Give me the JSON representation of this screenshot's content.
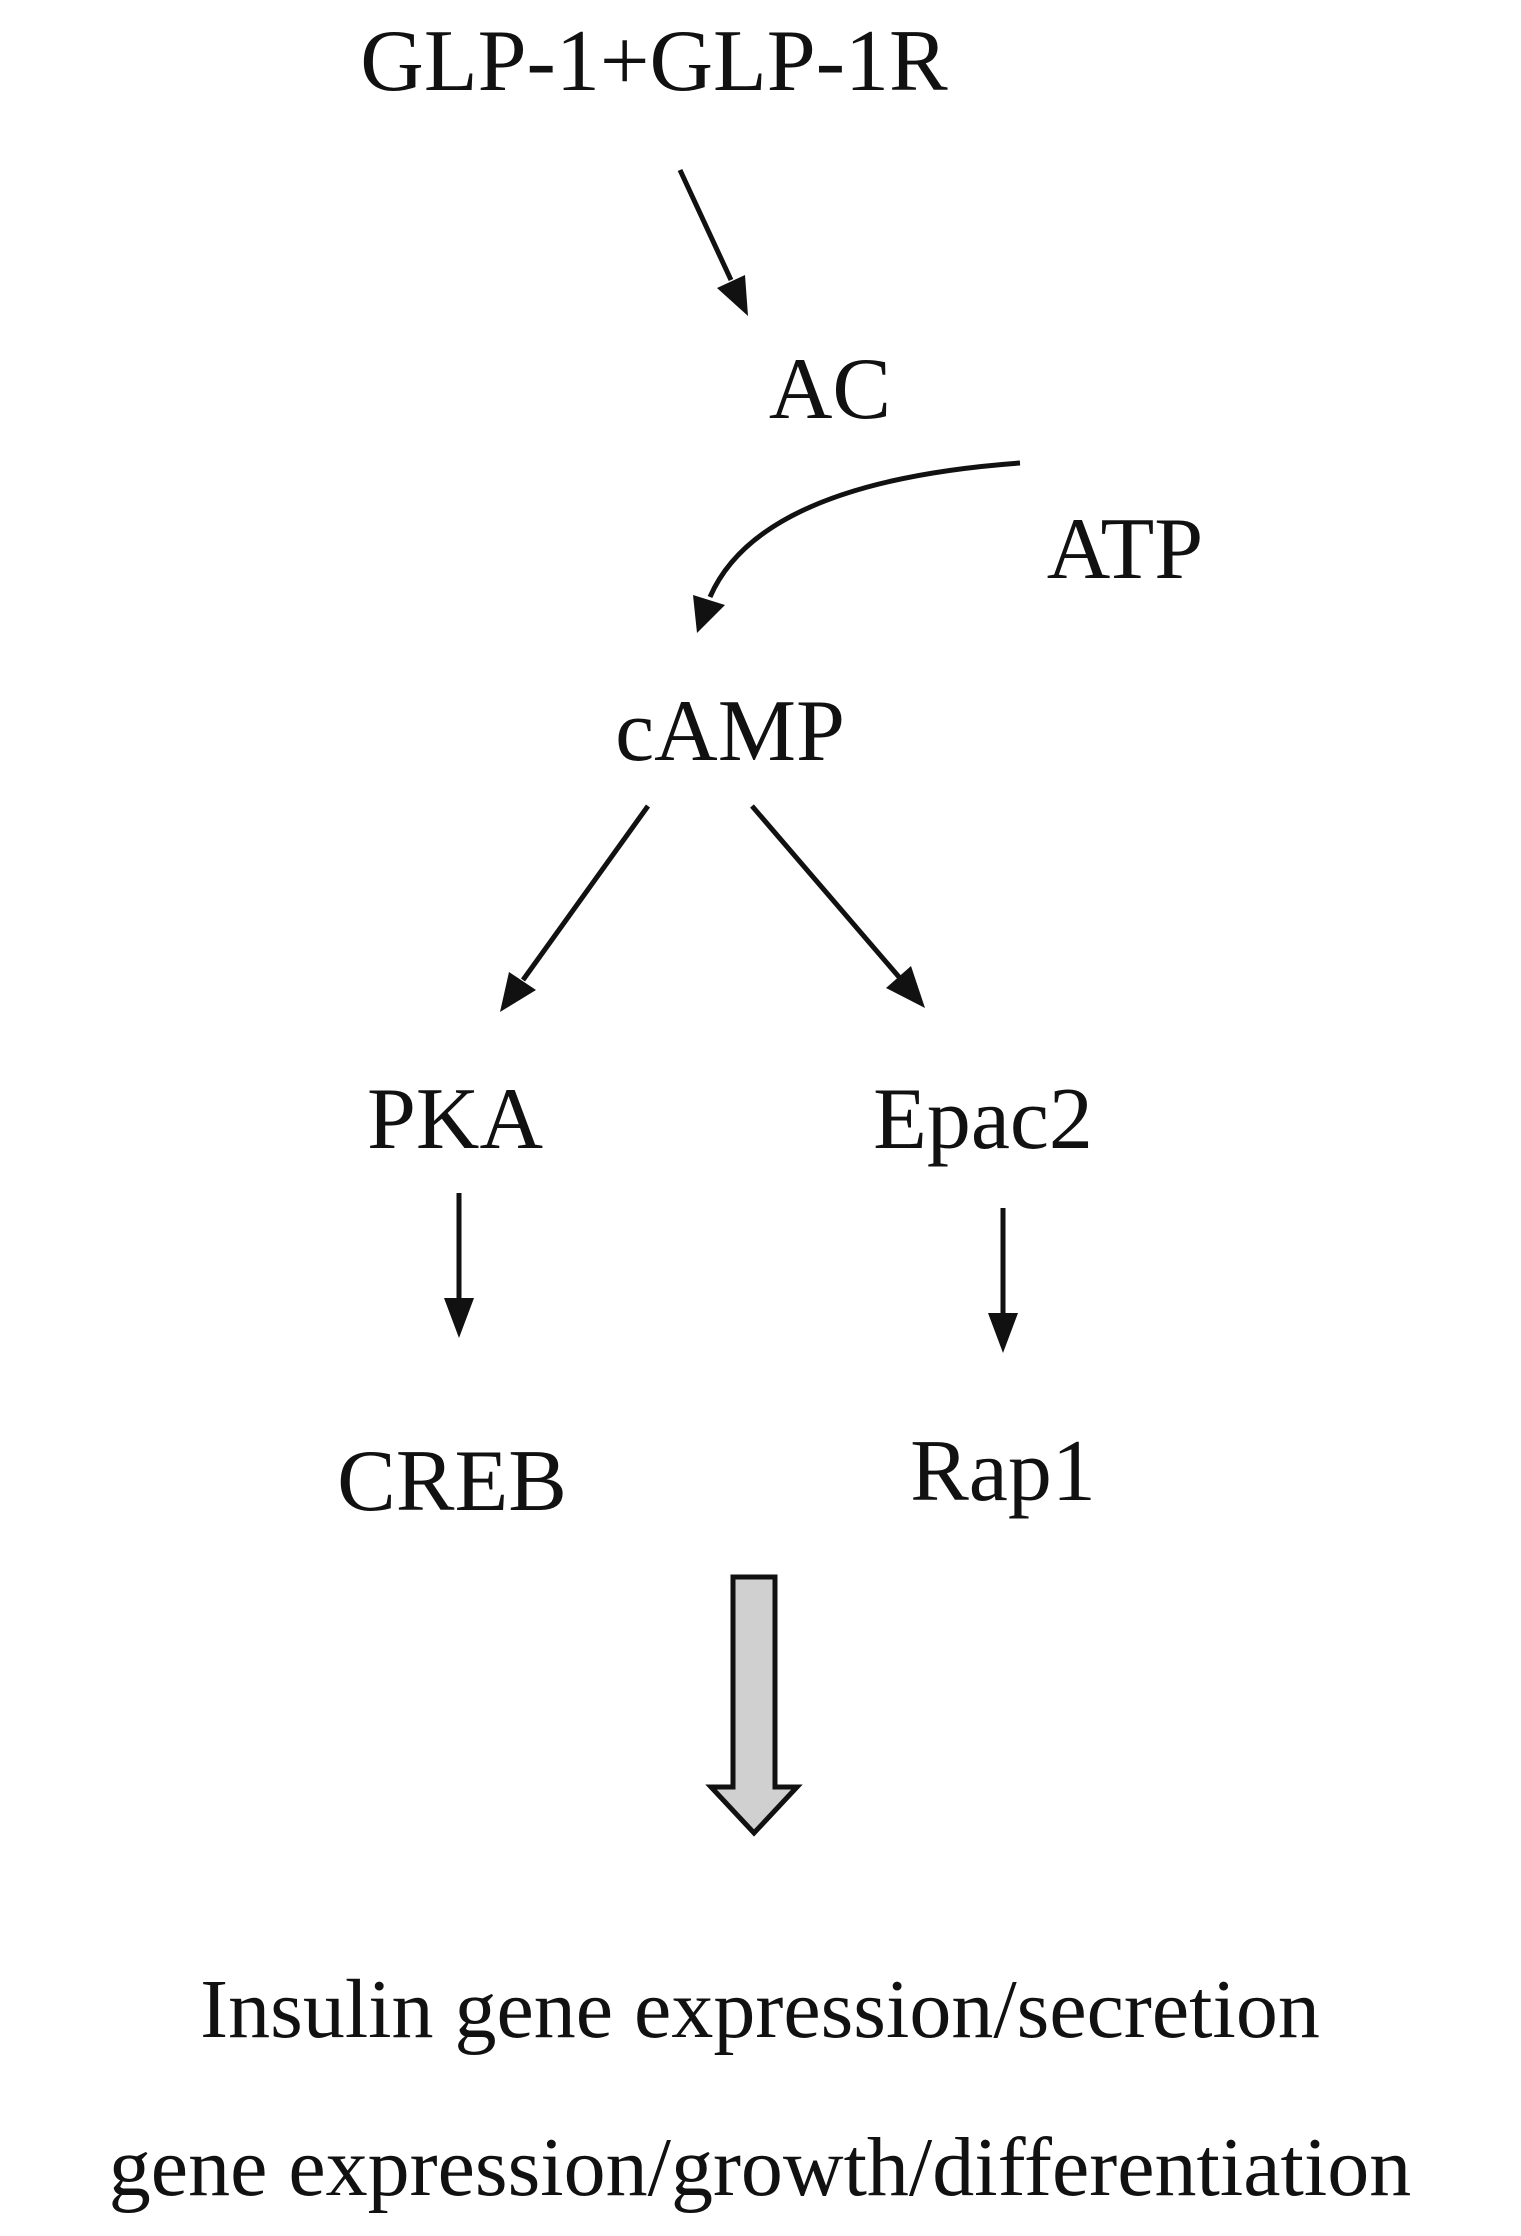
{
  "nodes": {
    "glp1": "GLP-1+GLP-1R",
    "ac": "AC",
    "atp": "ATP",
    "camp": "cAMP",
    "pka": "PKA",
    "epac2": "Epac2",
    "creb": "CREB",
    "rap1": "Rap1"
  },
  "outcomes": {
    "line1": "Insulin gene expression/secretion",
    "line2": "gene expression/growth/differentiation"
  },
  "colors": {
    "text": "#111111",
    "block_arrow_fill": "#d0d0d0"
  }
}
